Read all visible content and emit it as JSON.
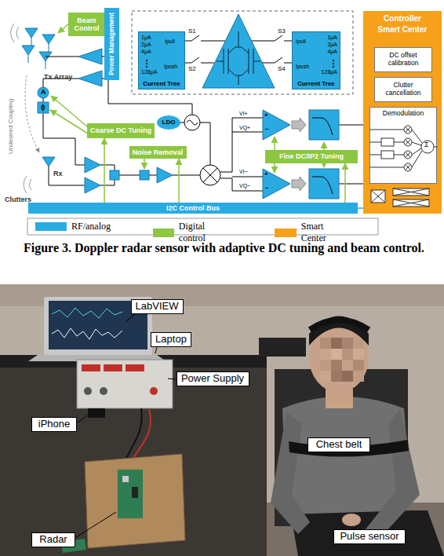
{
  "diagram": {
    "caption": "Figure 3. Doppler radar sensor with adaptive DC tuning and beam control.",
    "nodes": [
      {
        "text": [
          "Beam Control"
        ]
      },
      {
        "text": [
          "Power Management"
        ]
      },
      {
        "text": [
          "1μA",
          "2μA",
          "4μA",
          "128μA",
          "Ipull",
          "Ipush",
          "Current Tree"
        ]
      },
      {
        "text": [
          "Ipull",
          "Ipush",
          "1μA",
          "2μA",
          "4μA",
          "128μA",
          "Current Tree"
        ]
      },
      {
        "text": [
          "Controller",
          "Smart Center"
        ]
      },
      {
        "text": [
          "DC offset calibration"
        ],
        "in": 4
      },
      {
        "text": [
          "Clutter cancellation"
        ],
        "in": 4
      },
      {
        "text": [
          "Demodulation"
        ],
        "in": 4
      },
      {
        "text": [
          "Coarse DC Tuning"
        ]
      },
      {
        "text": [
          "LDO"
        ]
      },
      {
        "text": [
          "Noise Removal"
        ]
      },
      {
        "text": [
          "Fine DC/IP2 Tuning"
        ]
      },
      {
        "text": [
          "I2C Control Bus"
        ]
      },
      {
        "text": [
          "LabVIEW"
        ]
      },
      {
        "text": [
          "Laptop"
        ]
      },
      {
        "text": [
          "Power Supply"
        ]
      },
      {
        "text": [
          "iPhone"
        ]
      },
      {
        "text": [
          "Chest belt"
        ]
      },
      {
        "text": [
          "Radar"
        ]
      },
      {
        "text": [
          "Pulse sensor"
        ]
      }
    ],
    "edges": [
      {
        "from": 12,
        "to": 8,
        "arrow": "to"
      },
      {
        "from": 12,
        "to": 10,
        "arrow": "to"
      },
      {
        "from": 12,
        "to": 11,
        "arrow": "to"
      },
      {
        "from": 4,
        "to": 12,
        "arrow": "none"
      }
    ],
    "labels": [
      "S1",
      "S2",
      "S3",
      "S4",
      "Tx Array",
      "A",
      "ϕ",
      "Undesired Coupling",
      "Rx",
      "Clutters",
      "VI+",
      "VQ+",
      "VI−",
      "VQ−",
      "+",
      "−",
      "+",
      "−",
      "Σ"
    ],
    "legend": [
      {
        "text": "RF/analog",
        "color": "#29abe2"
      },
      {
        "text": "Digital control",
        "color": "#8dc63f"
      },
      {
        "text": "Smart Center",
        "color": "#f7a11a"
      }
    ]
  }
}
